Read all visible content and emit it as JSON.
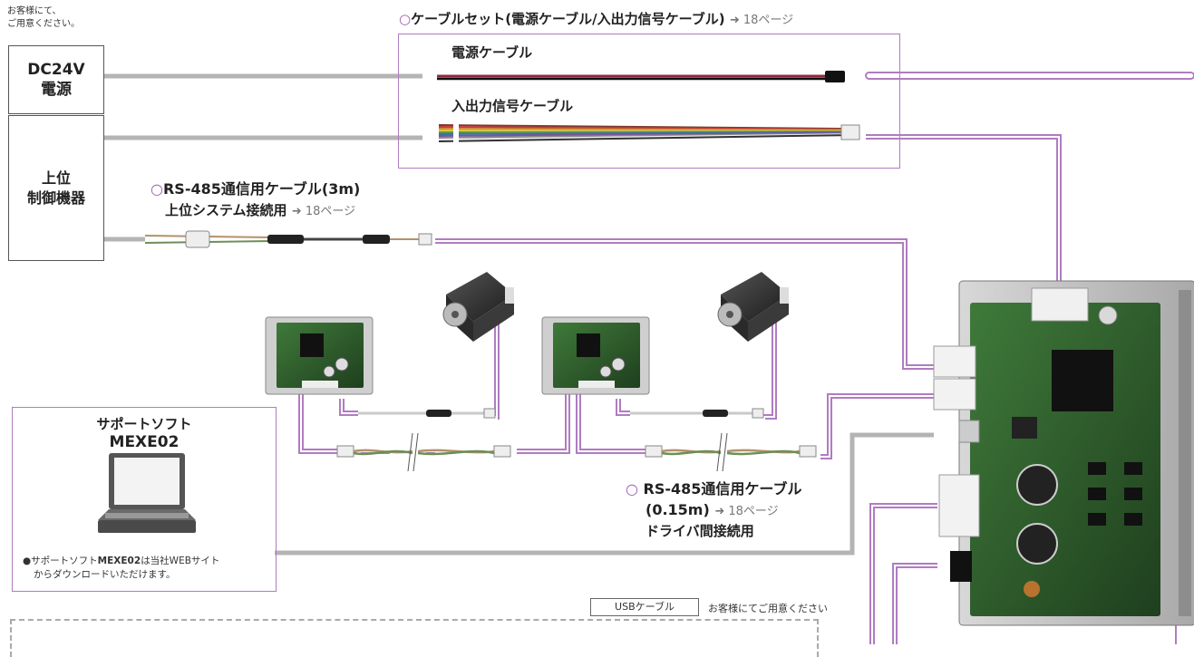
{
  "top_note": [
    "お客様にて、",
    "ご用意ください。"
  ],
  "power_box": {
    "line1": "DC24V",
    "line2": "電源"
  },
  "host_box": {
    "line1": "上位",
    "line2": "制御機器"
  },
  "cable_set": {
    "circle": "○",
    "title": "ケーブルセット(電源ケーブル/入出力信号ケーブル)",
    "ref": "➜ 18ページ",
    "power_cable_label": "電源ケーブル",
    "io_cable_label": "入出力信号ケーブル"
  },
  "rs485_host": {
    "circle": "○",
    "title": "RS-485通信用ケーブル(3m)",
    "subtitle": "上位システム接続用",
    "ref": "➜ 18ページ"
  },
  "rs485_driver": {
    "circle": "○",
    "title": "RS-485通信用ケーブル",
    "length": "(0.15m)",
    "ref": "➜ 18ページ",
    "subtitle": "ドライバ間接続用"
  },
  "support_software": {
    "title": "サポートソフト",
    "name": "MEXE02",
    "note_bullet": "●",
    "note_part1": "サポートソフト",
    "note_name": "MEXE02",
    "note_part2": "は当社WEBサイト",
    "note_line2": "からダウンロードいただけます。"
  },
  "usb": {
    "label": "USBケーブル",
    "note": "お客様にてご用意ください"
  },
  "colors": {
    "frame_purple": "#b07cc0",
    "wire_gray": "#b4b4b4",
    "pcb_green": "#2f5a2c",
    "io_stripes": [
      "#7a3b2e",
      "#c43c3c",
      "#d28a2c",
      "#d8c84a",
      "#5f9a45",
      "#3c6fa8",
      "#7a52a0",
      "#888888",
      "#eeeeee",
      "#333333"
    ]
  },
  "icons": [
    "laptop-icon",
    "driver-board-icon",
    "stepping-motor-icon",
    "connector-icon",
    "ferrite-core-icon"
  ]
}
